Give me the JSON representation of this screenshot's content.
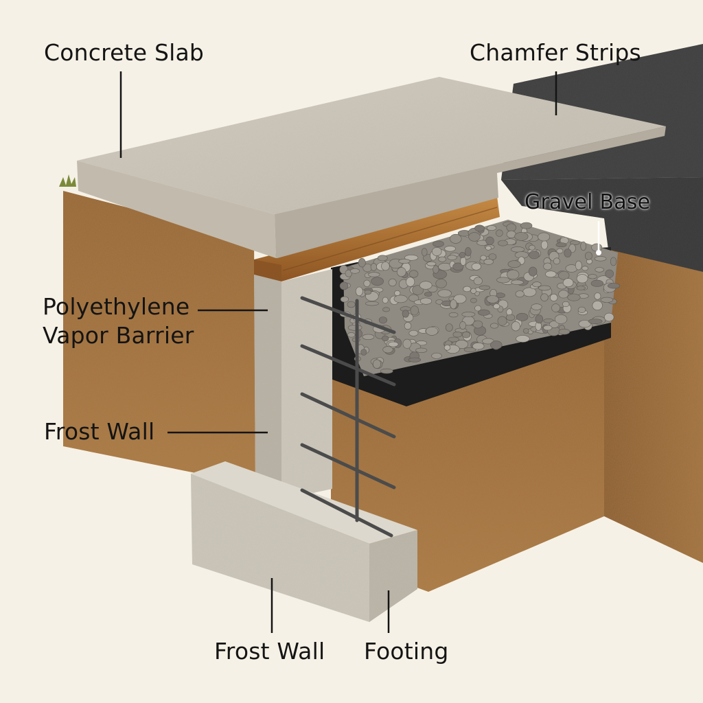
{
  "labels": {
    "concrete_slab": "Concrete Slab",
    "chamfer_strips": "Chamfer Strips",
    "gravel_base": "Gravel Base",
    "vapor_barrier_line1": "Polyethylene",
    "vapor_barrier_line2": "Vapor Barrier",
    "frost_wall_left": "Frost Wall",
    "frost_wall_bottom": "Frost Wall",
    "footing": "Footing"
  },
  "colors": {
    "background": "#f6f1e6",
    "concrete": "#cfc9bd",
    "soil": "#9c6b36",
    "asphalt": "#3a3a3a",
    "wood": "#a4692f",
    "gravel": "#8f8a82",
    "barrier": "#1c1c1c",
    "rebar": "#4a4a4a"
  }
}
